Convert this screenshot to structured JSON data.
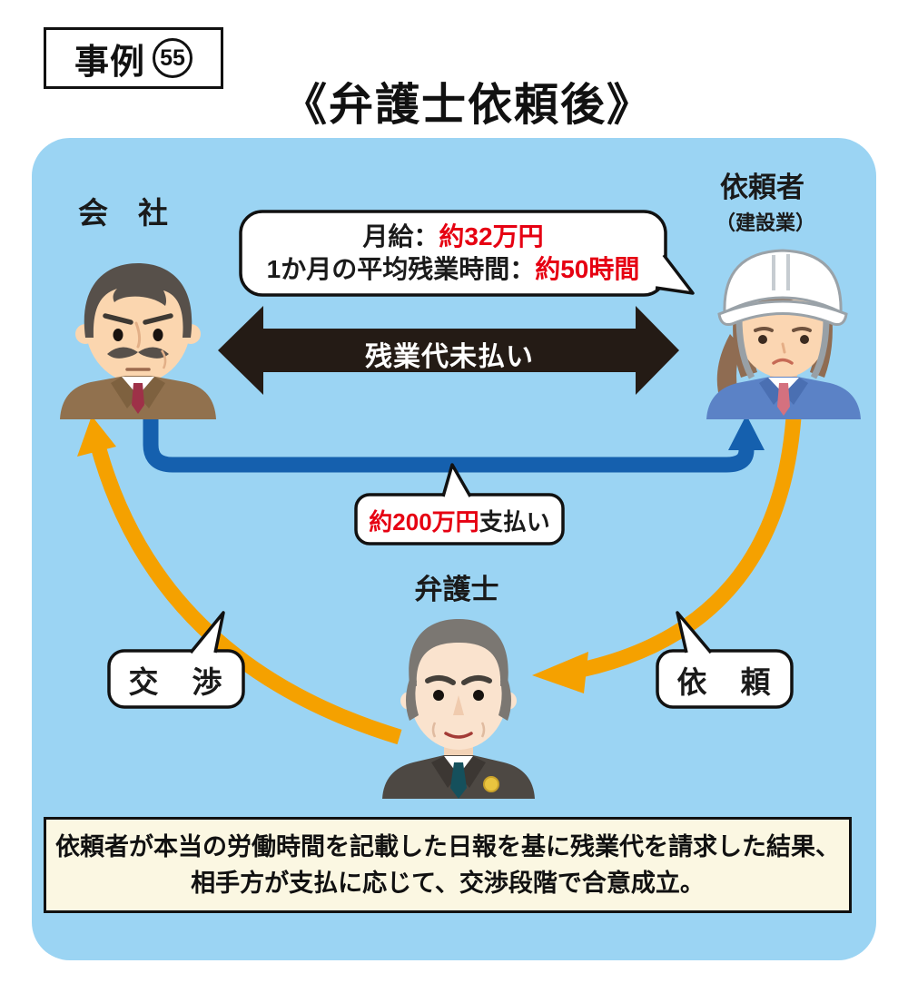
{
  "header": {
    "case_prefix": "事例",
    "case_number": "55",
    "title": "《弁護士依頼後》"
  },
  "diagram": {
    "company_label": "会　社",
    "client_label": "依頼者",
    "client_sublabel": "（建設業）",
    "lawyer_label": "弁護士",
    "salary_bubble": {
      "line1_label": "月給：",
      "line1_value": "約32万円",
      "line2_label": "1か月の平均残業時間：",
      "line2_value": "約50時間"
    },
    "unpaid_arrow_label": "残業代未払い",
    "payment_bubble": {
      "value": "約200万円",
      "suffix": "支払い"
    },
    "negotiation_label": "交　渉",
    "request_label": "依　頼"
  },
  "result_box": {
    "line1": "依頼者が本当の労働時間を記載した日報を基に残業代を請求した結果、",
    "line2": "相手方が支払に応じて、交渉段階で合意成立。"
  },
  "colors": {
    "panel_blue": "#9BD4F3",
    "arrow_black": "#241B15",
    "arrow_blue": "#1560AE",
    "arrow_orange": "#F5A100",
    "accent_red": "#E60012",
    "result_bg": "#FBF7E2"
  }
}
